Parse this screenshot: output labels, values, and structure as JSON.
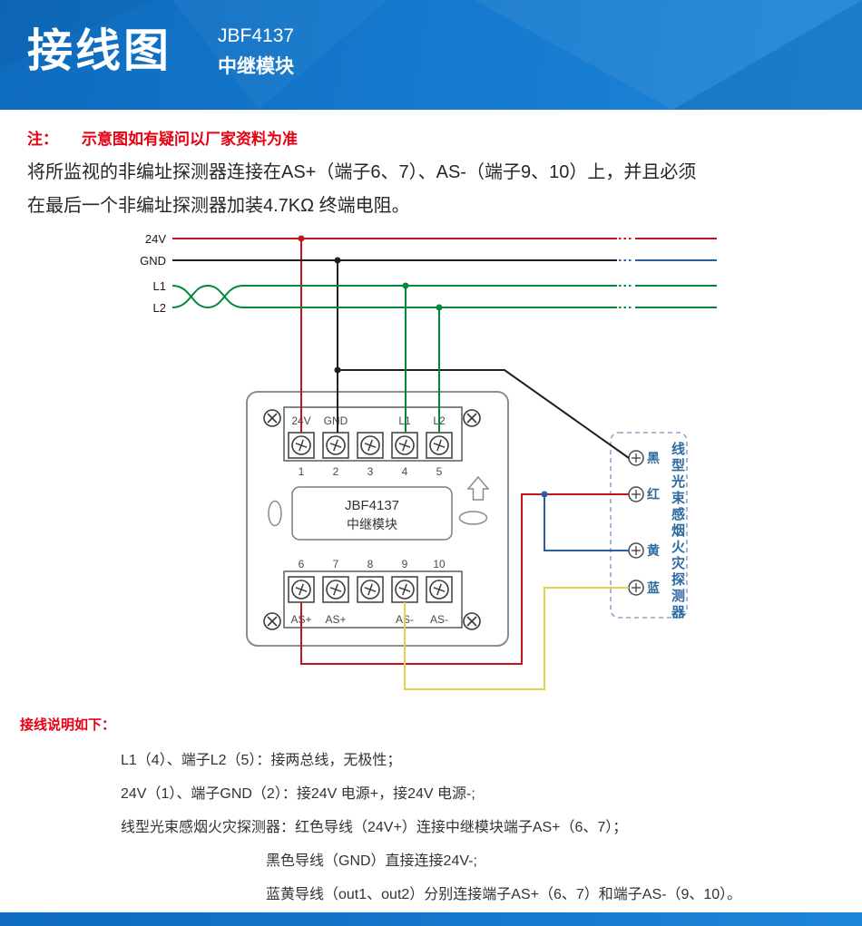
{
  "header": {
    "title": "接线图",
    "model": "JBF4137",
    "model_name": "中继模块"
  },
  "note": {
    "label": "注：",
    "warning": "示意图如有疑问以厂家资料为准",
    "line1": "将所监视的非编址探测器连接在AS+（端子6、7）、AS-（端子9、10）上，并且必须",
    "line2": "在最后一个非编址探测器加装4.7KΩ 终端电阻。"
  },
  "diagram": {
    "bus_labels": [
      "24V",
      "GND",
      "L1",
      "L2"
    ],
    "module": {
      "model": "JBF4137",
      "name": "中继模块",
      "top_terminal_labels": [
        "24V",
        "GND",
        "",
        "L1",
        "L2"
      ],
      "top_terminal_numbers": [
        "1",
        "2",
        "3",
        "4",
        "5"
      ],
      "bottom_terminal_numbers": [
        "6",
        "7",
        "8",
        "9",
        "10"
      ],
      "bottom_terminal_labels": [
        "AS+",
        "AS+",
        "",
        "AS-",
        "AS-"
      ]
    },
    "detector": {
      "name": "线型光束感烟火灾探测器",
      "terminal_labels": [
        "黑",
        "红",
        "黄",
        "蓝"
      ]
    },
    "wire_colors": {
      "red": "#c3151c",
      "black": "#231f20",
      "green": "#00893d",
      "blue": "#2a5caa",
      "yellow": "#e3d24a"
    }
  },
  "instructions": {
    "title": "接线说明如下：",
    "lines": [
      "L1（4）、端子L2（5）：接两总线，无极性；",
      "24V（1）、端子GND（2）：接24V 电源+，接24V 电源-;",
      "线型光束感烟火灾探测器：红色导线（24V+）连接中继模块端子AS+（6、7）；",
      "黑色导线（GND）直接连接24V-;",
      "蓝黄导线（out1、out2）分别连接端子AS+（6、7）和端子AS-（9、10）。"
    ]
  }
}
